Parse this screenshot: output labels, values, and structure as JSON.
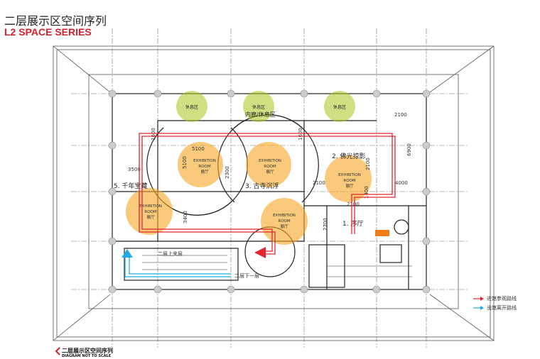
{
  "header": {
    "title_cn": "二层展示区空间序列",
    "title_en": "L2 SPACE SERIES"
  },
  "rooms": {
    "r1": "1. 序厅",
    "r2": "2. 佛光掠影",
    "r3": "3. 古寺沉浮",
    "r5": "5. 千年宝藏",
    "corridor": "内廊/休息区",
    "upper": "二层上夹层",
    "lower": "二层下一层"
  },
  "rest_label": "休息区",
  "exhibition": {
    "l1": "EXHIBITION",
    "l2": "ROOM",
    "l3": "展厅"
  },
  "dims": {
    "d5100a": "5100",
    "d5100b": "5100",
    "d3500": "3500",
    "d2300": "2300",
    "d1600a": "1600",
    "d1600b": "1600",
    "d2100a": "2100",
    "d2100b": "2100",
    "d2100c": "2100",
    "d2100d": "2100",
    "d6900": "6900",
    "d4000": "4000",
    "d2700": "2700",
    "d3400": "3400",
    "d1400": "1400"
  },
  "legend": {
    "enter": "进馆参观路线",
    "exit": "出馆离开路线"
  },
  "footer": {
    "title_cn": "二层展示区空间序列",
    "note": "DIAGRAM NOT TO SCALE"
  },
  "colors": {
    "route_in": "#e0262f",
    "route_out": "#1fa9e8",
    "exhibit": "#f5a623",
    "rest": "#a5c61a",
    "title": "#d71f2a"
  }
}
